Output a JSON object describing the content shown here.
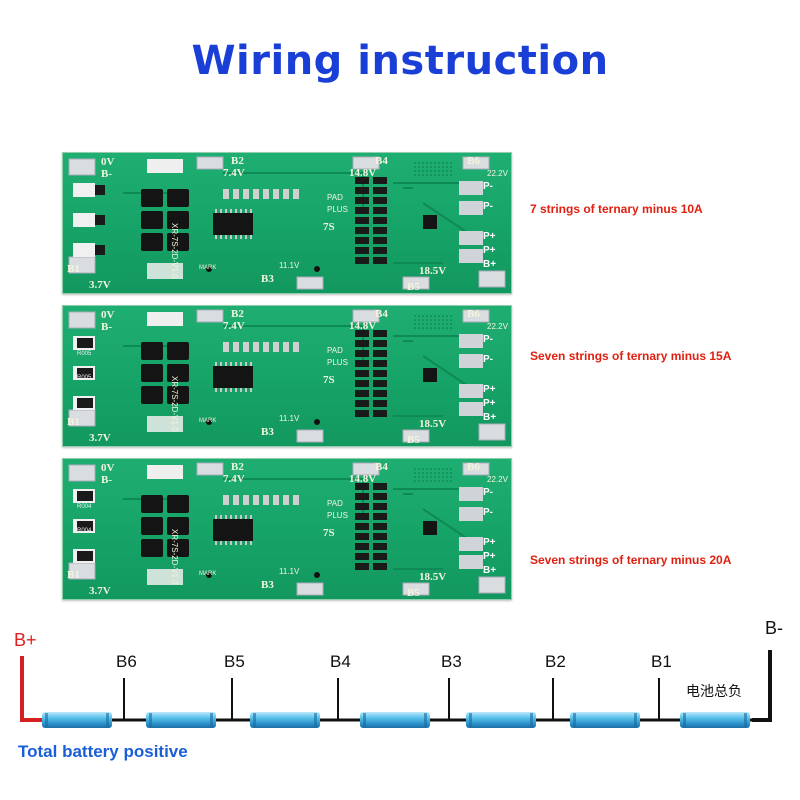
{
  "title": "Wiring instruction",
  "boards": [
    {
      "spec": "7 strings of ternary minus 10A",
      "resistor_label": ""
    },
    {
      "spec": "Seven strings of ternary minus 15A",
      "resistor_label": "R005"
    },
    {
      "spec": "Seven strings of ternary minus 20A",
      "resistor_label": "R004"
    }
  ],
  "pcb": {
    "v0": "0V",
    "b_minus": "B-",
    "b1": "B1",
    "v37": "3.7V",
    "b2": "B2",
    "v74": "7.4V",
    "b3": "B3",
    "v111": "11.1V",
    "b4": "B4",
    "v148": "14.8V",
    "pad": "PAD",
    "plus": "PLUS",
    "seven_s": "7S",
    "b5": "B5",
    "v185": "18.5V",
    "b6": "B6",
    "v222": "22.2V",
    "p_minus": "P-",
    "p_plus": "P+",
    "b_plus": "B+",
    "model": "XR-7S-2D-V1.0",
    "mark": "MARK"
  },
  "wiring": {
    "b_plus": "B+",
    "b_minus": "B-",
    "taps": [
      "B6",
      "B5",
      "B4",
      "B3",
      "B2",
      "B1"
    ],
    "total_negative": "电池总负",
    "total_positive": "Total battery positive"
  },
  "colors": {
    "title": "#1a3fd6",
    "spec": "#e02010",
    "pcb": "#16a368",
    "battery": "#3aa8dc",
    "positive_wire": "#d42020"
  }
}
